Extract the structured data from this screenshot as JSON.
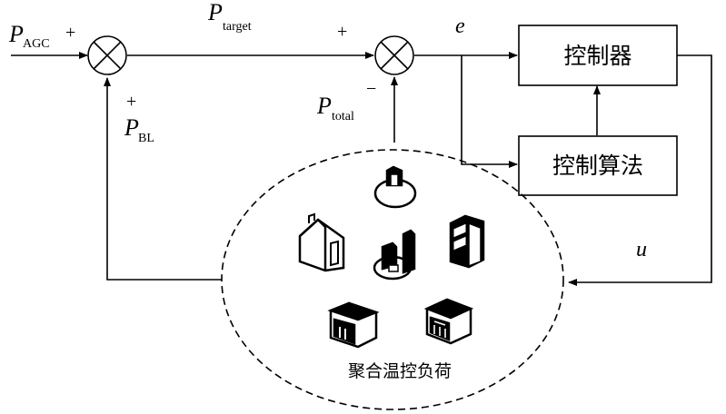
{
  "signals": {
    "p_agc_main": "P",
    "p_agc_sub": "AGC",
    "p_target_main": "P",
    "p_target_sub": "target",
    "p_total_main": "P",
    "p_total_sub": "total",
    "p_bl_main": "P",
    "p_bl_sub": "BL",
    "e": "e",
    "u": "u"
  },
  "signs": {
    "sum1_agc": "+",
    "sum1_bl": "+",
    "sum2_target": "+",
    "sum2_total": "−"
  },
  "blocks": {
    "controller": "控制器",
    "algorithm": "控制算法"
  },
  "load_cluster": {
    "label": "聚合温控负荷",
    "icons": [
      "water-heater-icon",
      "house-icon",
      "apartment-building-icon",
      "thermostat-device-icon",
      "office-building-icon",
      "mall-building-icon"
    ]
  }
}
